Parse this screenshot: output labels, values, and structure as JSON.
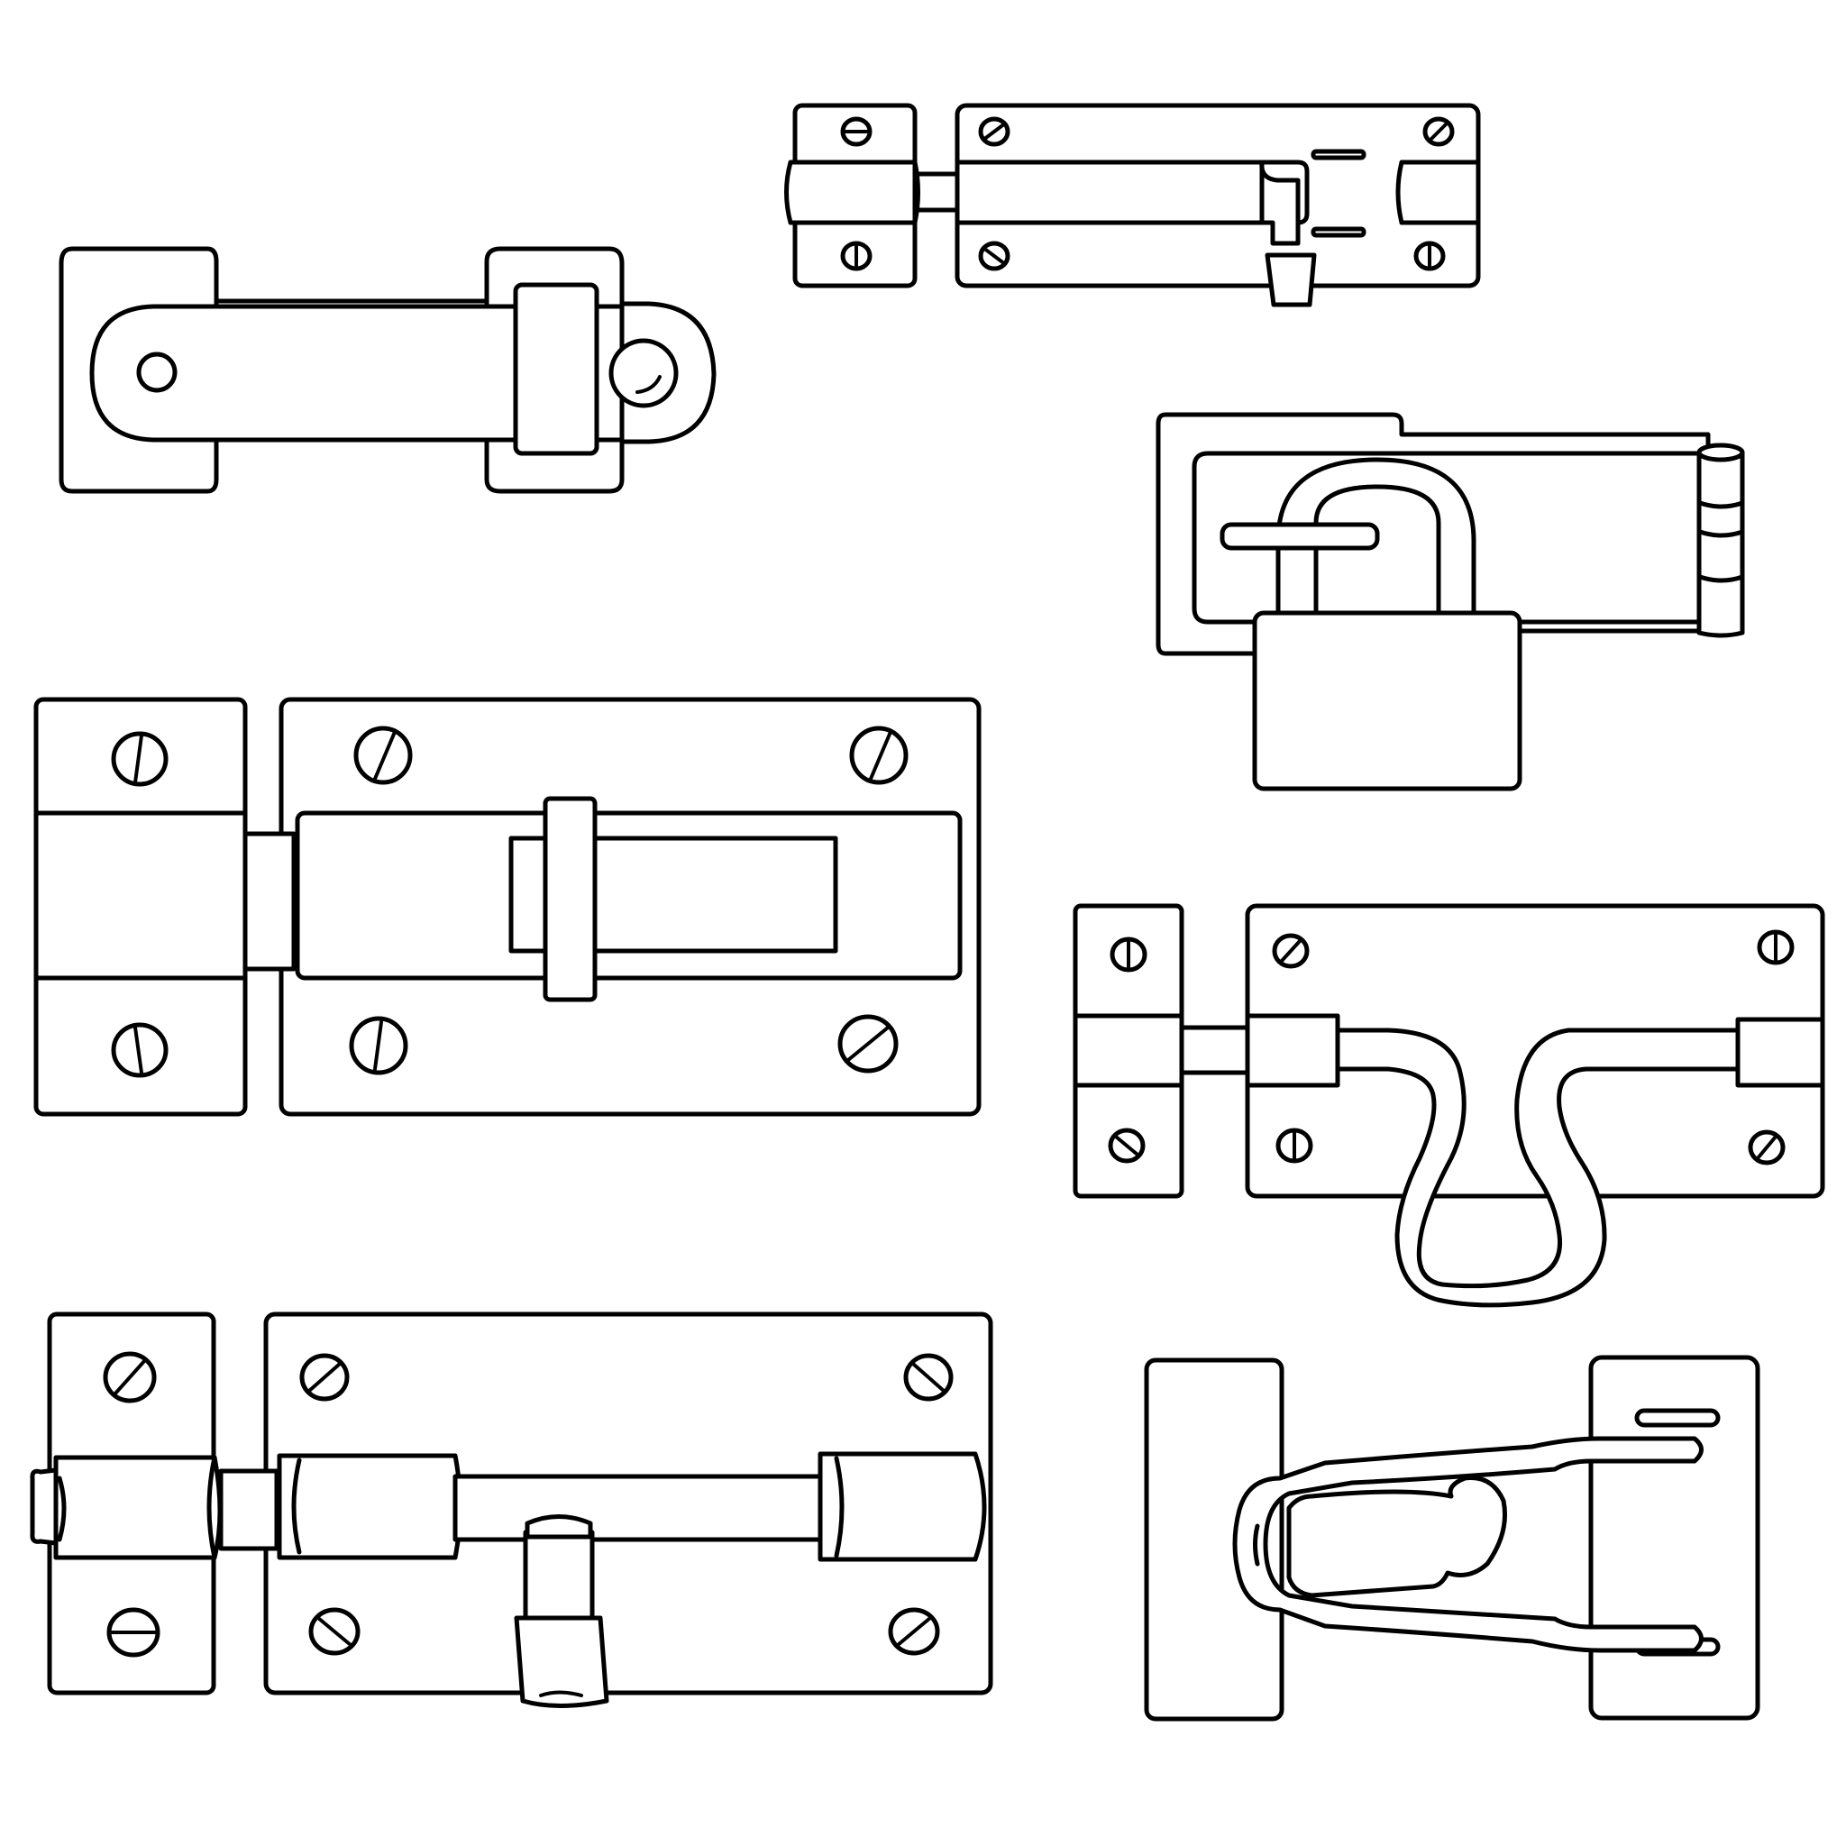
{
  "colors": {
    "background": "#ffffff",
    "line": "#000000"
  },
  "illustrations": [
    {
      "name": "latch-strap-illustration"
    },
    {
      "name": "slide-bolt-small-illustration"
    },
    {
      "name": "hasp-padlock-illustration"
    },
    {
      "name": "flat-slide-bolt-illustration"
    },
    {
      "name": "gate-latch-illustration"
    },
    {
      "name": "barrel-bolt-illustration"
    },
    {
      "name": "door-guard-illustration"
    }
  ]
}
